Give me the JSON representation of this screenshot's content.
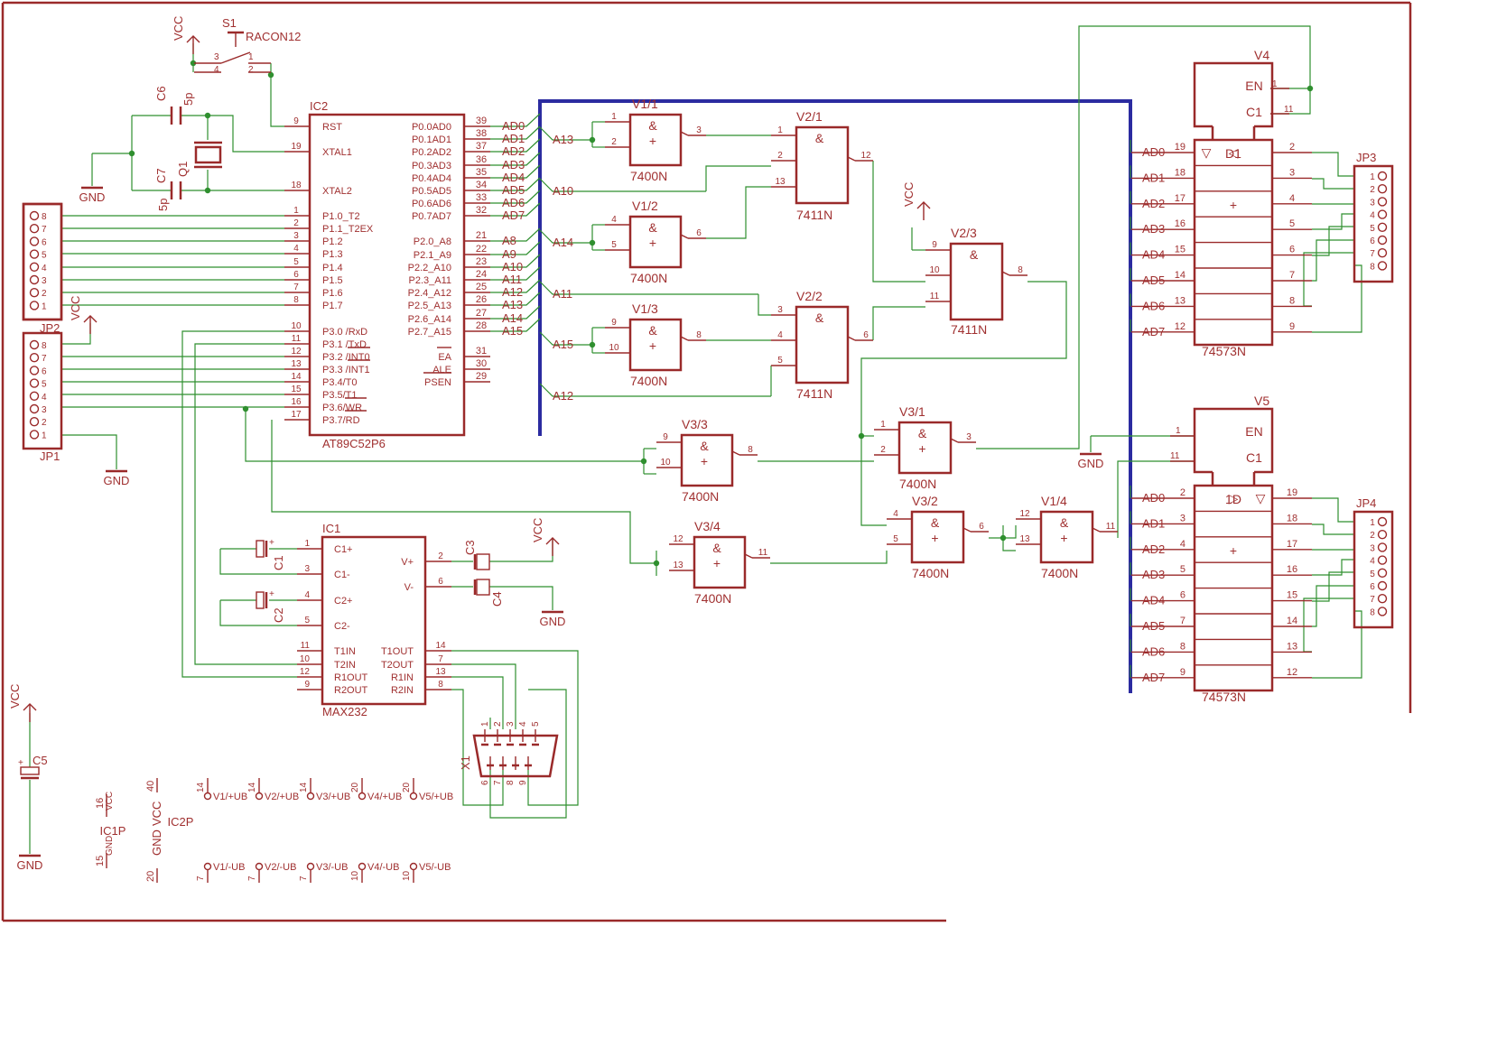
{
  "ic2": {
    "name": "IC2",
    "value": "AT89C52P6",
    "left": [
      [
        "9",
        "RST"
      ],
      [
        "19",
        "XTAL1"
      ],
      [
        "18",
        "XTAL2"
      ],
      [
        "1",
        "P1.0_T2"
      ],
      [
        "2",
        "P1.1_T2EX"
      ],
      [
        "3",
        "P1.2"
      ],
      [
        "4",
        "P1.3"
      ],
      [
        "5",
        "P1.4"
      ],
      [
        "6",
        "P1.5"
      ],
      [
        "7",
        "P1.6"
      ],
      [
        "8",
        "P1.7"
      ],
      [
        "10",
        "P3.0 /RxD"
      ],
      [
        "11",
        "P3.1 /TxD"
      ],
      [
        "12",
        "P3.2 /INT0"
      ],
      [
        "13",
        "P3.3 /INT1"
      ],
      [
        "14",
        "P3.4/T0"
      ],
      [
        "15",
        "P3.5/T1"
      ],
      [
        "16",
        "P3.6/WR"
      ],
      [
        "17",
        "P3.7/RD"
      ]
    ],
    "right": [
      [
        "39",
        "P0.0AD0",
        "AD0"
      ],
      [
        "38",
        "P0.1AD1",
        "AD1"
      ],
      [
        "37",
        "P0.2AD2",
        "AD2"
      ],
      [
        "36",
        "P0.3AD3",
        "AD3"
      ],
      [
        "35",
        "P0.4AD4",
        "AD4"
      ],
      [
        "34",
        "P0.5AD5",
        "AD5"
      ],
      [
        "33",
        "P0.6AD6",
        "AD6"
      ],
      [
        "32",
        "P0.7AD7",
        "AD7"
      ],
      [
        "21",
        "P2.0_A8",
        "A8"
      ],
      [
        "22",
        "P2.1_A9",
        "A9"
      ],
      [
        "23",
        "P2.2_A10",
        "A10"
      ],
      [
        "24",
        "P2.3_A11",
        "A11"
      ],
      [
        "25",
        "P2.4_A12",
        "A12"
      ],
      [
        "26",
        "P2.5_A13",
        "A13"
      ],
      [
        "27",
        "P2.6_A14",
        "A14"
      ],
      [
        "28",
        "P2.7_A15",
        "A15"
      ],
      [
        "31",
        "EA",
        ""
      ],
      [
        "30",
        "ALE",
        ""
      ],
      [
        "29",
        "PSEN",
        ""
      ]
    ]
  },
  "ic1": {
    "name": "IC1",
    "value": "MAX232",
    "left": [
      [
        "1",
        "C1+"
      ],
      [
        "3",
        "C1-"
      ],
      [
        "4",
        "C2+"
      ],
      [
        "5",
        "C2-"
      ],
      [
        "11",
        "T1IN"
      ],
      [
        "10",
        "T2IN"
      ],
      [
        "12",
        "R1OUT"
      ],
      [
        "9",
        "R2OUT"
      ]
    ],
    "right": [
      [
        "2",
        "V+"
      ],
      [
        "6",
        "V-"
      ],
      [
        "14",
        "T1OUT"
      ],
      [
        "7",
        "T2OUT"
      ],
      [
        "13",
        "R1IN"
      ],
      [
        "8",
        "R2IN"
      ]
    ]
  },
  "gates": [
    {
      "name": "V1/1",
      "type": "7400N",
      "sym": "&",
      "in": [
        "1",
        "2"
      ],
      "out": "3"
    },
    {
      "name": "V1/2",
      "type": "7400N",
      "sym": "&",
      "in": [
        "4",
        "5"
      ],
      "out": "6"
    },
    {
      "name": "V1/3",
      "type": "7400N",
      "sym": "&",
      "in": [
        "9",
        "10"
      ],
      "out": "8"
    },
    {
      "name": "V2/1",
      "type": "7411N",
      "sym": "&",
      "in": [
        "1",
        "2",
        "13"
      ],
      "out": "12"
    },
    {
      "name": "V2/2",
      "type": "7411N",
      "sym": "&",
      "in": [
        "3",
        "4",
        "5"
      ],
      "out": "6"
    },
    {
      "name": "V2/3",
      "type": "7411N",
      "sym": "&",
      "in": [
        "9",
        "10",
        "11"
      ],
      "out": "8"
    },
    {
      "name": "V3/3",
      "type": "7400N",
      "sym": "&",
      "in": [
        "9",
        "10"
      ],
      "out": "8"
    },
    {
      "name": "V3/1",
      "type": "7400N",
      "sym": "&",
      "in": [
        "1",
        "2"
      ],
      "out": "3"
    },
    {
      "name": "V3/4",
      "type": "7400N",
      "sym": "&",
      "in": [
        "12",
        "13"
      ],
      "out": "11"
    },
    {
      "name": "V3/2",
      "type": "7400N",
      "sym": "&",
      "in": [
        "4",
        "5"
      ],
      "out": "6"
    },
    {
      "name": "V1/4",
      "type": "7400N",
      "sym": "&",
      "in": [
        "12",
        "13"
      ],
      "out": "11"
    }
  ],
  "gate_inputs": {
    "V1/1": "A13",
    "V1/2": "A14",
    "V1/3": "A15",
    "V2/1": "A10",
    "V2/2a": "A11",
    "V2/2b": "A12"
  },
  "latches": [
    {
      "name": "V4",
      "type": "74573N",
      "en": "EN",
      "c1": "C1",
      "en_pin": "1",
      "c1_pin": "11",
      "d": "D1",
      "conn": "JP3",
      "inputs": [
        [
          "AD0",
          "19"
        ],
        [
          "AD1",
          "18"
        ],
        [
          "AD2",
          "17"
        ],
        [
          "AD3",
          "16"
        ],
        [
          "AD4",
          "15"
        ],
        [
          "AD5",
          "14"
        ],
        [
          "AD6",
          "13"
        ],
        [
          "AD7",
          "12"
        ]
      ],
      "outputs": [
        "2",
        "3",
        "4",
        "5",
        "6",
        "7",
        "8",
        "9"
      ]
    },
    {
      "name": "V5",
      "type": "74573N",
      "en": "EN",
      "c1": "C1",
      "en_pin": "1",
      "c1_pin": "11",
      "d": "1D",
      "conn": "JP4",
      "inputs": [
        [
          "AD0",
          "2"
        ],
        [
          "AD1",
          "3"
        ],
        [
          "AD2",
          "4"
        ],
        [
          "AD3",
          "5"
        ],
        [
          "AD4",
          "6"
        ],
        [
          "AD5",
          "7"
        ],
        [
          "AD6",
          "8"
        ],
        [
          "AD7",
          "9"
        ]
      ],
      "outputs": [
        "19",
        "18",
        "17",
        "16",
        "15",
        "14",
        "13",
        "12"
      ]
    }
  ],
  "connectors": {
    "jp1": "JP1",
    "jp2": "JP2",
    "jp3": "JP3",
    "jp4": "JP4",
    "pins_down": [
      "8",
      "7",
      "6",
      "5",
      "4",
      "3",
      "2",
      "1"
    ],
    "pins_up": [
      "1",
      "2",
      "3",
      "4",
      "5",
      "6",
      "7",
      "8"
    ]
  },
  "misc": {
    "s1": "S1",
    "s1_value": "RACON12",
    "s1_pins": [
      "3",
      "4",
      "1",
      "2"
    ],
    "c6": "C6",
    "c7": "C7",
    "c6_val": "5p",
    "c7_val": "5p",
    "q1": "Q1",
    "c1": "C1",
    "c2": "C2",
    "c3": "C3",
    "c4": "C4",
    "c5": "C5",
    "x1": "X1",
    "x1_top": [
      "1",
      "2",
      "3",
      "4",
      "5"
    ],
    "x1_bot": [
      "6",
      "7",
      "8",
      "9"
    ],
    "vcc": "VCC",
    "gnd": "GND",
    "ic1p": "IC1P",
    "ic2p": "IC2P",
    "ic1p_pins": [
      "16",
      "15"
    ],
    "ic2p_pins": [
      "40",
      "20"
    ],
    "supply_plus": [
      [
        "14",
        "V1/+UB"
      ],
      [
        "14",
        "V2/+UB"
      ],
      [
        "14",
        "V3/+UB"
      ],
      [
        "20",
        "V4/+UB"
      ],
      [
        "20",
        "V5/+UB"
      ]
    ],
    "supply_minus": [
      [
        "7",
        "V1/-UB"
      ],
      [
        "7",
        "V2/-UB"
      ],
      [
        "7",
        "V3/-UB"
      ],
      [
        "10",
        "V4/-UB"
      ],
      [
        "10",
        "V5/-UB"
      ]
    ]
  },
  "colors": {
    "component": "#9a2a2a",
    "wire": "#2f8f2f",
    "bus": "#2b2ba0",
    "text": "#a03030"
  }
}
